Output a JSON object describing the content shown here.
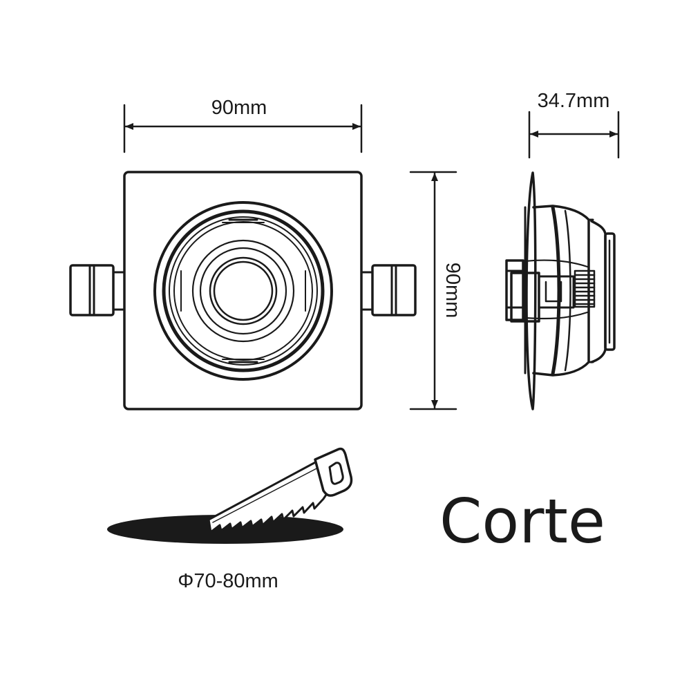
{
  "dimensions": {
    "top_width": "90mm",
    "side_height": "90mm",
    "depth": "34.7mm",
    "cutout_diameter": "Φ70-80mm"
  },
  "cutout_label": "Corte",
  "colors": {
    "ink": "#1a1a1a",
    "background": "#ffffff"
  },
  "icons": [
    "saw-icon",
    "cutout-hole-icon"
  ]
}
